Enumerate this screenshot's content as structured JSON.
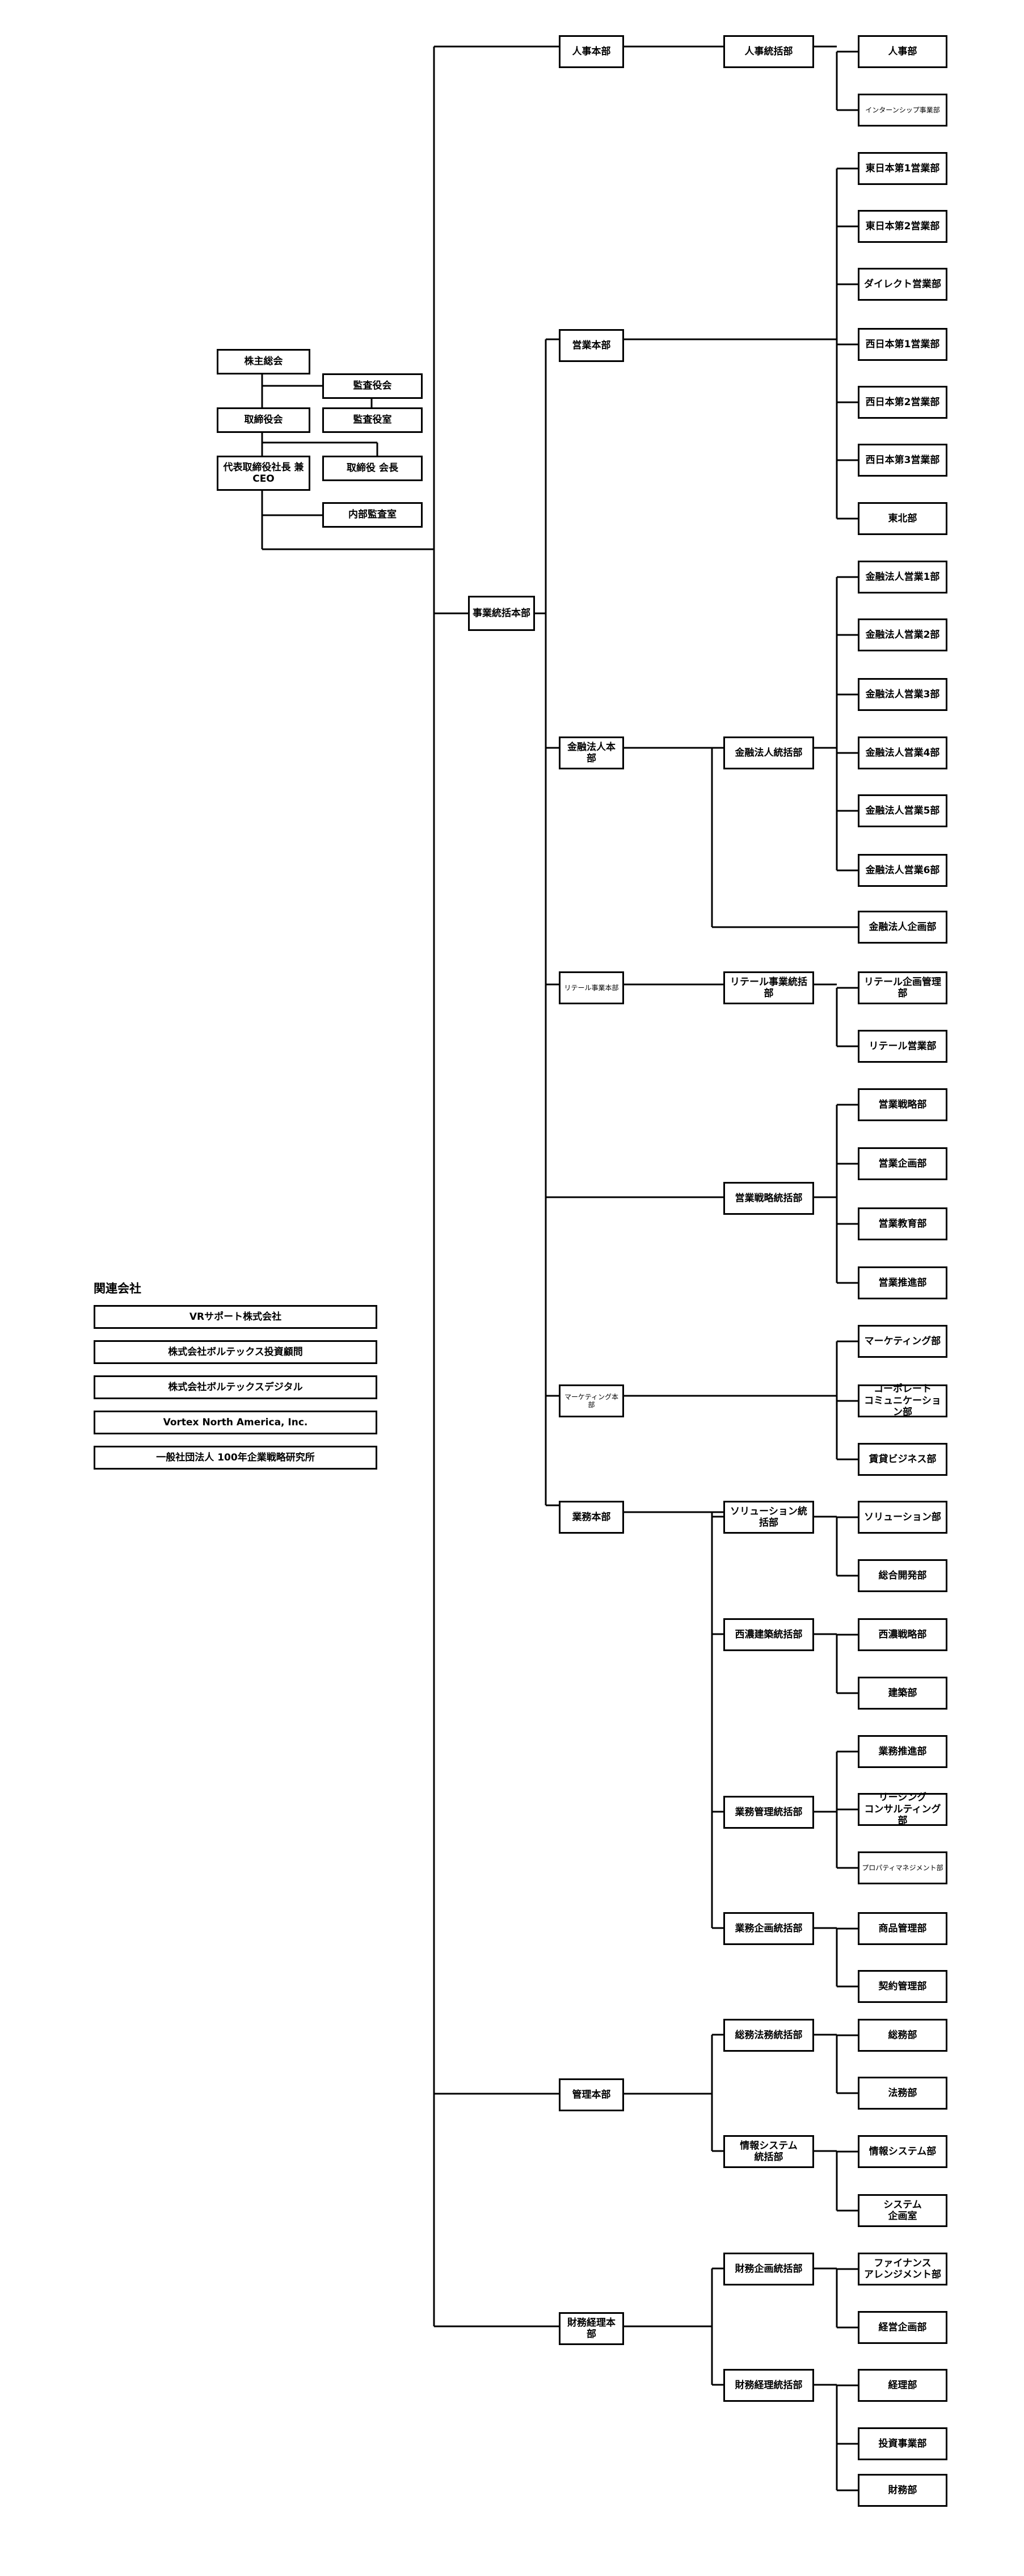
{
  "governance": {
    "shareholders": "株主総会",
    "audit_board": "監査役会",
    "auditor": "監査役室",
    "board": "取締役会",
    "ceo": "代表取締役社長 兼\nCEO",
    "chairman": "取締役 会長",
    "internal_audit": "内部監査室"
  },
  "business_hq": "事業統括本部",
  "hr": {
    "hq": "人事本部",
    "div": "人事統括部",
    "depts": [
      "人事部",
      "インターンシップ事業部"
    ]
  },
  "sales": {
    "hq": "営業本部",
    "depts": [
      "東日本第1営業部",
      "東日本第2営業部",
      "ダイレクト営業部",
      "西日本第1営業部",
      "西日本第2営業部",
      "西日本第3営業部",
      "東北部"
    ]
  },
  "finance_corp": {
    "hq": "金融法人本部",
    "div": "金融法人統括部",
    "depts": [
      "金融法人営業1部",
      "金融法人営業2部",
      "金融法人営業3部",
      "金融法人営業4部",
      "金融法人営業5部",
      "金融法人営業6部"
    ],
    "planning": "金融法人企画部"
  },
  "retail": {
    "hq": "リテール事業本部",
    "div": "リテール事業統括部",
    "depts": [
      "リテール企画管理部",
      "リテール営業部"
    ]
  },
  "strategy": {
    "div": "営業戦略統括部",
    "depts": [
      "営業戦略部",
      "営業企画部",
      "営業教育部",
      "営業推進部"
    ]
  },
  "marketing": {
    "hq": "マーケティング本部",
    "depts": [
      "マーケティング部",
      "コーポレート\nコミュニケーション部",
      "賃貸ビジネス部"
    ]
  },
  "operations": {
    "hq": "業務本部",
    "divs": [
      {
        "name": "ソリューション統括部",
        "depts": [
          "ソリューション部",
          "総合開発部"
        ]
      },
      {
        "name": "西濃建築統括部",
        "depts": [
          "西濃戦略部",
          "建築部"
        ]
      },
      {
        "name": "業務管理統括部",
        "depts": [
          "業務推進部",
          "リーシング\nコンサルティング部",
          "プロパティマネジメント部"
        ]
      },
      {
        "name": "業務企画統括部",
        "depts": [
          "商品管理部",
          "契約管理部"
        ]
      }
    ]
  },
  "admin": {
    "hq": "管理本部",
    "divs": [
      {
        "name": "総務法務統括部",
        "depts": [
          "総務部",
          "法務部"
        ]
      },
      {
        "name": "情報システム\n統括部",
        "depts": [
          "情報システム部",
          "システム\n企画室"
        ]
      }
    ]
  },
  "fin_acct": {
    "hq": "財務経理本部",
    "divs": [
      {
        "name": "財務企画統括部",
        "depts": [
          "ファイナンス\nアレンジメント部",
          "経営企画部"
        ]
      },
      {
        "name": "財務経理統括部",
        "depts": [
          "経理部",
          "投資事業部",
          "財務部"
        ]
      }
    ]
  },
  "related": {
    "heading": "関連会社",
    "companies": [
      "VRサポート株式会社",
      "株式会社ボルテックス投資顧問",
      "株式会社ボルテックスデジタル",
      "Vortex North America, Inc.",
      "一般社団法人 100年企業戦略研究所"
    ]
  }
}
